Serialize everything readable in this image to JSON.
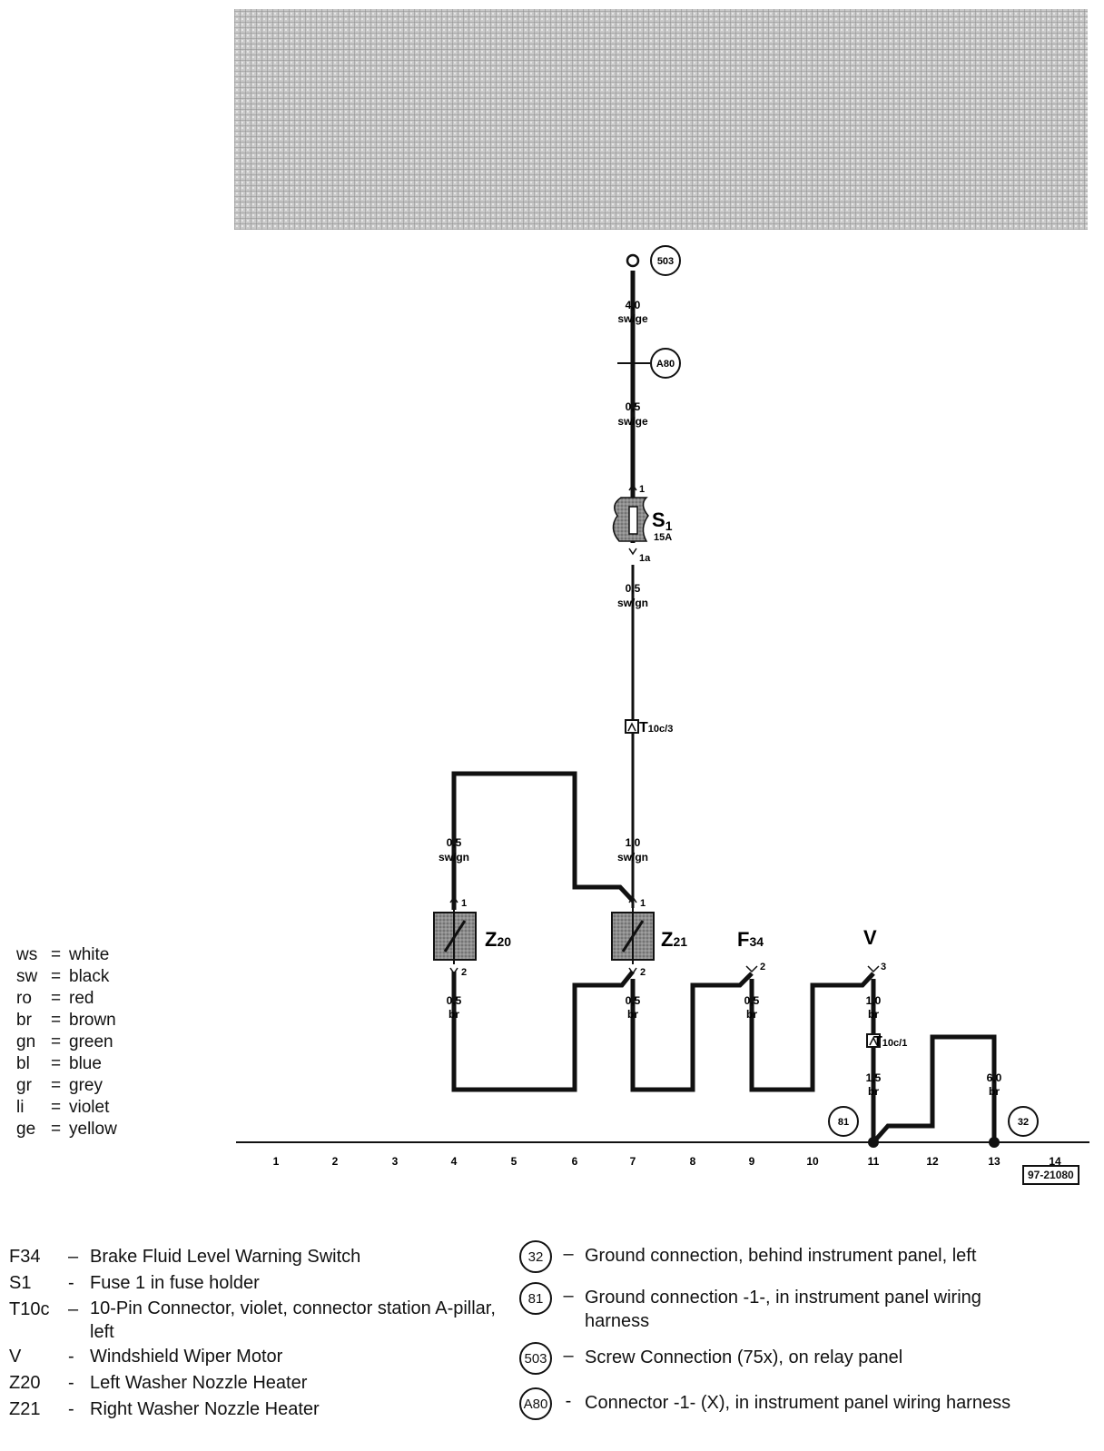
{
  "wires": {
    "w503": {
      "size": "4,0",
      "color": "sw/ge"
    },
    "wA80": {
      "size": "0,5",
      "color": "sw/ge"
    },
    "wS1": {
      "size": "0,5",
      "color": "sw/gn"
    },
    "wZ20top": {
      "size": "0,5",
      "color": "sw/gn"
    },
    "wZ21top": {
      "size": "1,0",
      "color": "sw/gn"
    },
    "wZ20bot": {
      "size": "0,5",
      "color": "br"
    },
    "wZ21bot": {
      "size": "0,5",
      "color": "br"
    },
    "wF34": {
      "size": "0,5",
      "color": "br"
    },
    "wV": {
      "size": "1,0",
      "color": "br"
    },
    "wT10c1": {
      "size": "1,5",
      "color": "br"
    },
    "w32": {
      "size": "6,0",
      "color": "br"
    }
  },
  "components": {
    "S1": {
      "label": "S",
      "sub": "1",
      "rating": "15A",
      "pin_top": "1",
      "pin_bottom": "1a"
    },
    "Z20": {
      "label": "Z",
      "sub": "20",
      "pin_top": "1",
      "pin_bottom": "2"
    },
    "Z21": {
      "label": "Z",
      "sub": "21",
      "pin_top": "1",
      "pin_bottom": "2"
    },
    "F34": {
      "label": "F",
      "sub": "34",
      "pin": "2"
    },
    "V": {
      "label": "V",
      "pin": "3"
    },
    "T10c3": {
      "label": "T",
      "sub": "10c/3"
    },
    "T10c1": {
      "label": "T",
      "sub": "10c/1"
    }
  },
  "grounds": {
    "g503": "503",
    "gA80": "A80",
    "g81": "81",
    "g32": "32"
  },
  "columns": [
    "1",
    "2",
    "3",
    "4",
    "5",
    "6",
    "7",
    "8",
    "9",
    "10",
    "11",
    "12",
    "13",
    "14"
  ],
  "ref_number": "97-21080",
  "color_legend": [
    {
      "abbr": "ws",
      "name": "white"
    },
    {
      "abbr": "sw",
      "name": "black"
    },
    {
      "abbr": "ro",
      "name": "red"
    },
    {
      "abbr": "br",
      "name": "brown"
    },
    {
      "abbr": "gn",
      "name": "green"
    },
    {
      "abbr": "bl",
      "name": "blue"
    },
    {
      "abbr": "gr",
      "name": "grey"
    },
    {
      "abbr": "li",
      "name": "violet"
    },
    {
      "abbr": "ge",
      "name": "yellow"
    }
  ],
  "legend_left": [
    {
      "code": "F34",
      "dash": "–",
      "desc": "Brake Fluid Level Warning Switch"
    },
    {
      "code": "S1",
      "dash": "-",
      "desc": "Fuse 1 in fuse holder"
    },
    {
      "code": "T10c",
      "dash": "–",
      "desc": "10-Pin Connector, violet, connector station A-pillar, left"
    },
    {
      "code": "V",
      "dash": "-",
      "desc": "Windshield Wiper Motor"
    },
    {
      "code": "Z20",
      "dash": "-",
      "desc": "Left Washer Nozzle Heater"
    },
    {
      "code": "Z21",
      "dash": "-",
      "desc": "Right Washer Nozzle Heater"
    }
  ],
  "legend_right": [
    {
      "code": "32",
      "dash": "–",
      "desc": "Ground connection, behind instrument panel, left"
    },
    {
      "code": "81",
      "dash": "–",
      "desc": "Ground connection -1-, in instrument panel wiring harness"
    },
    {
      "code": "503",
      "dash": "–",
      "desc": "Screw Connection (75x), on relay panel"
    },
    {
      "code": "A80",
      "dash": "-",
      "desc": "Connector -1- (X), in instrument panel wiring harness"
    }
  ]
}
